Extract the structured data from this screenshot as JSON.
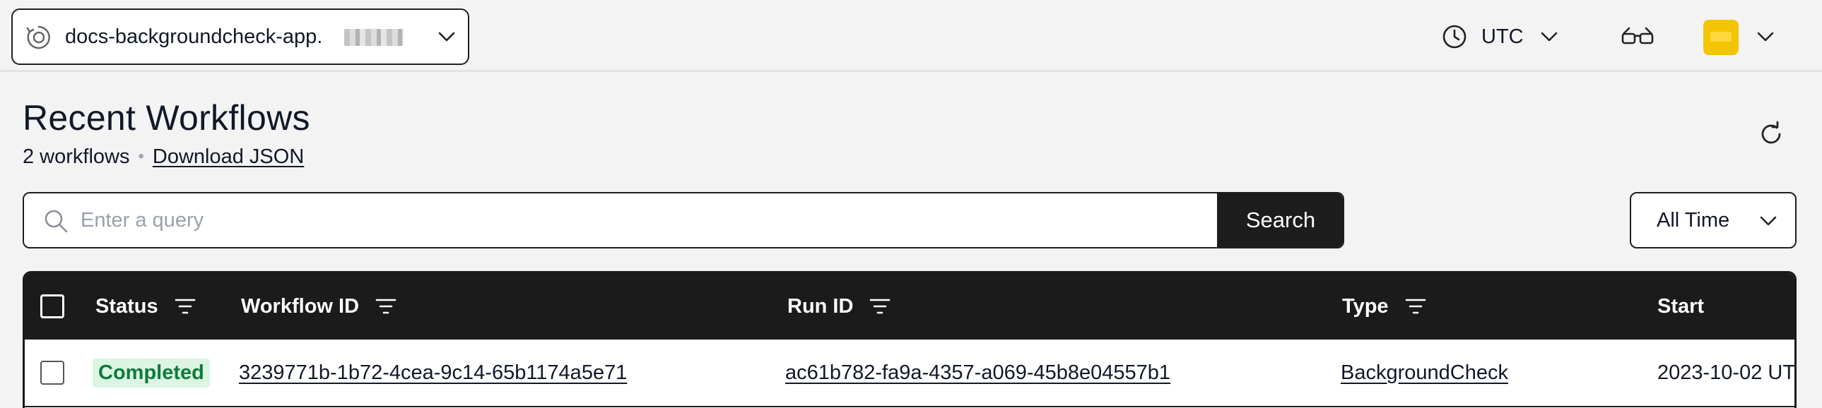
{
  "topbar": {
    "namespace": "docs-backgroundcheck-app.",
    "timezone": "UTC"
  },
  "page": {
    "title": "Recent Workflows",
    "count_text": "2 workflows",
    "separator": "•",
    "download_label": "Download JSON"
  },
  "search": {
    "placeholder": "Enter a query",
    "button_label": "Search",
    "time_range": "All Time"
  },
  "table": {
    "columns": [
      "Status",
      "Workflow ID",
      "Run ID",
      "Type",
      "Start"
    ],
    "rows": [
      {
        "status": "Completed",
        "workflow_id": "3239771b-1b72-4cea-9c14-65b1174a5e71",
        "run_id": "ac61b782-fa9a-4357-a069-45b8e04557b1",
        "type": "BackgroundCheck",
        "start": "2023-10-02 UT"
      }
    ]
  },
  "colors": {
    "header_bg": "#1b1b1b",
    "badge_bg": "#dcf5e3",
    "badge_text": "#0f7a3a",
    "avatar": "#f2c500"
  },
  "icons": [
    "namespace-icon",
    "chevron-down-icon",
    "clock-icon",
    "glasses-icon",
    "refresh-icon",
    "search-icon",
    "filter-icon"
  ]
}
